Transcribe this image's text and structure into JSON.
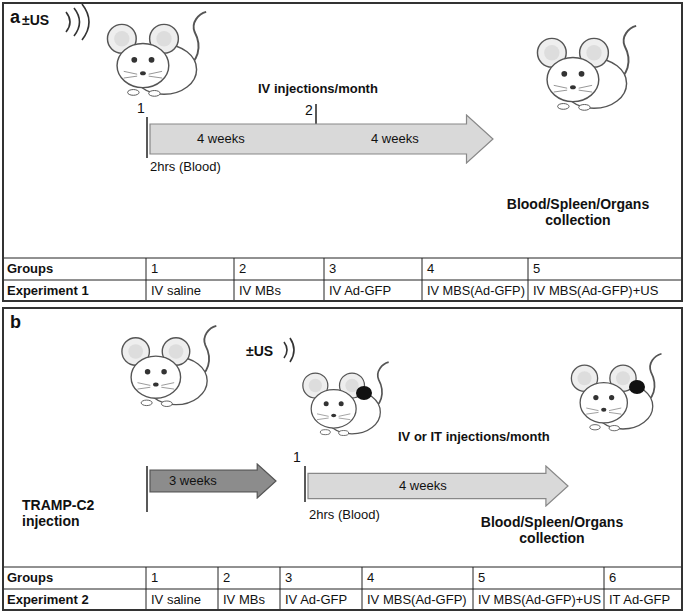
{
  "diagram": {
    "nodes": [
      {
        "text": [
          "a"
        ]
      },
      {
        "text": [
          "4 weeks",
          "4 weeks"
        ],
        "in": 0
      },
      {
        "text": [
          "b"
        ]
      },
      {
        "text": [
          "3 weeks"
        ],
        "in": 2
      },
      {
        "text": [
          "4 weeks"
        ],
        "in": 2
      }
    ],
    "labels": [
      "±US",
      "1",
      "2",
      "IV injections/month",
      "2hrs (Blood)",
      "Blood/Spleen/Organs collection",
      "Groups",
      "1",
      "2",
      "3",
      "4",
      "5",
      "Experiment 1",
      "IV saline",
      "IV MBs",
      "IV Ad-GFP",
      "IV MBS(Ad-GFP)",
      "IV MBS(Ad-GFP)+US",
      "TRAMP-C2 injection",
      "±US",
      "IV or IT injections/month",
      "1",
      "2hrs (Blood)",
      "Blood/Spleen/Organs collection",
      "Groups",
      "1",
      "2",
      "3",
      "4",
      "5",
      "6",
      "Experiment 2",
      "IV saline",
      "IV MBs",
      "IV Ad-GFP",
      "IV MBS(Ad-GFP)",
      "IV MBS(Ad-GFP)+US",
      "IT Ad-GFP"
    ]
  }
}
